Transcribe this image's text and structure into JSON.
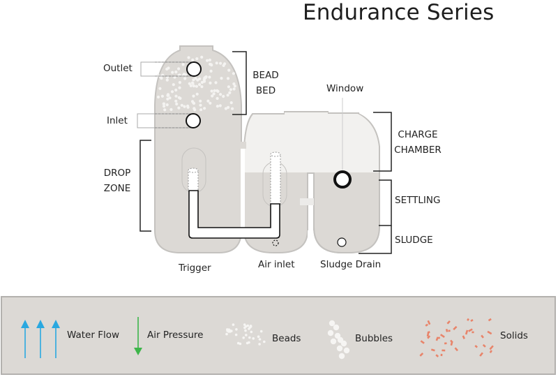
{
  "title": "Endurance Series",
  "labels": {
    "outlet": "Outlet",
    "inlet": "Inlet",
    "bead_bed_line1": "BEAD",
    "bead_bed_line2": "BED",
    "drop_zone_line1": "DROP",
    "drop_zone_line2": "ZONE",
    "window": "Window",
    "charge_chamber_line1": "CHARGE",
    "charge_chamber_line2": "CHAMBER",
    "settling": "SETTLING",
    "sludge": "SLUDGE",
    "trigger": "Trigger",
    "air_inlet": "Air inlet",
    "sludge_drain": "Sludge Drain"
  },
  "legend": {
    "items": [
      {
        "icon": "water-flow-arrows-icon",
        "label": "Water Flow"
      },
      {
        "icon": "air-pressure-arrow-icon",
        "label": "Air Pressure"
      },
      {
        "icon": "beads-icon",
        "label": "Beads"
      },
      {
        "icon": "bubbles-icon",
        "label": "Bubbles"
      },
      {
        "icon": "solids-icon",
        "label": "Solids"
      }
    ]
  },
  "colors": {
    "tank_fill": "#dcd9d5",
    "tank_stroke": "#c4c2bf",
    "charge_fill": "#f1f0ee",
    "water_flow": "#29a8e0",
    "air_pressure": "#3db54a",
    "solids": "#e8846a",
    "legend_bg": "#dcd9d5"
  }
}
